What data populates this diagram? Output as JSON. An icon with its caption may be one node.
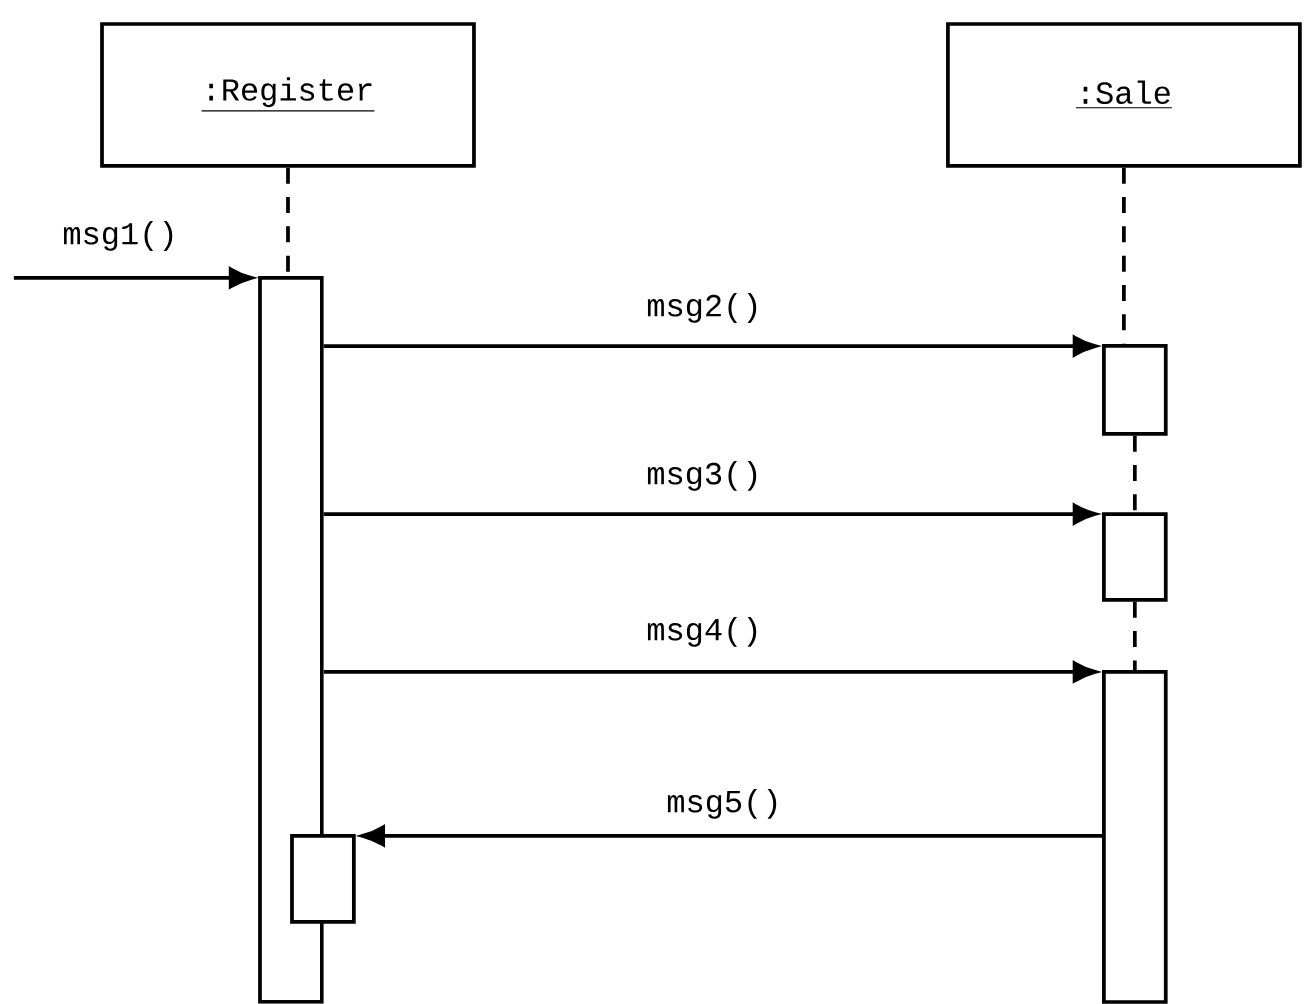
{
  "diagram": {
    "nodes": [
      {
        "text": [
          ":Register"
        ]
      },
      {
        "text": [
          ":Sale"
        ]
      },
      {
        "text": [],
        "shape": "bar"
      },
      {
        "text": [],
        "shape": "bar"
      },
      {
        "text": [],
        "shape": "bar"
      },
      {
        "text": [],
        "shape": "bar"
      },
      {
        "text": [],
        "shape": "bar"
      }
    ],
    "edges": [
      {
        "from": 0,
        "to": 2,
        "arrow": "none",
        "style": "dashed"
      },
      {
        "from": 1,
        "to": 3,
        "arrow": "none",
        "style": "dashed"
      },
      {
        "from": 3,
        "to": 4,
        "arrow": "none",
        "style": "dashed"
      },
      {
        "from": 4,
        "to": 5,
        "arrow": "none",
        "style": "dashed"
      },
      {
        "from": null,
        "to": 2,
        "arrow": "to",
        "label": "msg1()"
      },
      {
        "from": 2,
        "to": 3,
        "arrow": "to",
        "label": "msg2()"
      },
      {
        "from": 2,
        "to": 4,
        "arrow": "to",
        "label": "msg3()"
      },
      {
        "from": 2,
        "to": 5,
        "arrow": "to",
        "label": "msg4()"
      },
      {
        "from": 5,
        "to": 6,
        "arrow": "to",
        "label": "msg5()"
      }
    ]
  }
}
